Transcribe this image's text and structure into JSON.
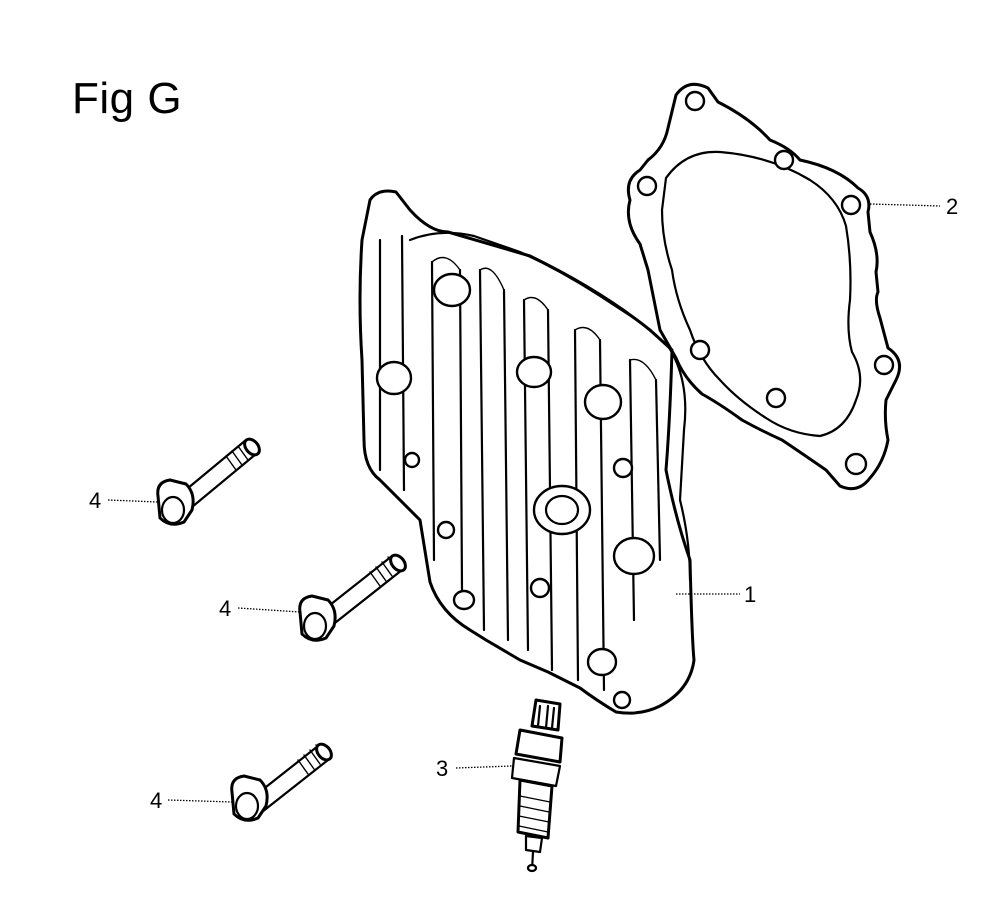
{
  "figure": {
    "title": "Fig G"
  },
  "parts": [
    {
      "callout": "1",
      "icon": "cylinder-head-icon"
    },
    {
      "callout": "2",
      "icon": "head-gasket-icon"
    },
    {
      "callout": "3",
      "icon": "spark-plug-icon"
    },
    {
      "callout": "4",
      "icon": "flange-bolt-icon"
    },
    {
      "callout": "4",
      "icon": "flange-bolt-icon"
    },
    {
      "callout": "4",
      "icon": "flange-bolt-icon"
    }
  ]
}
